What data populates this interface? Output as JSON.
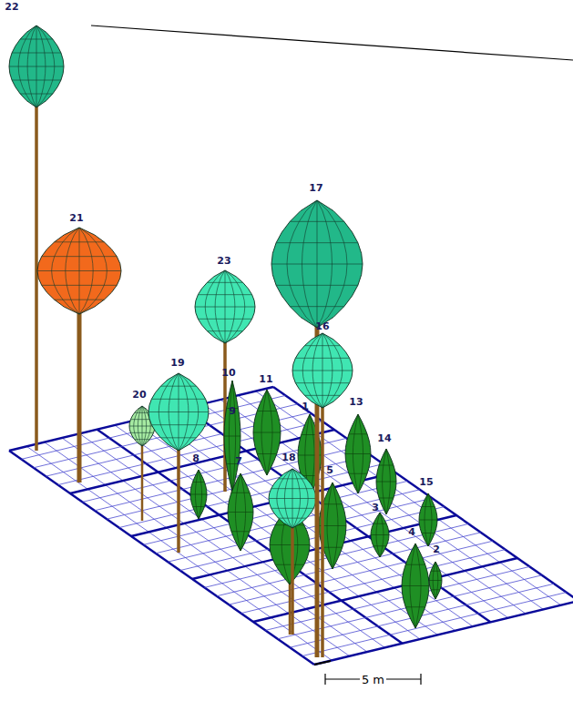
{
  "diagram": {
    "labels": [
      "22",
      "21",
      "17",
      "16",
      "23",
      "19",
      "20",
      "10",
      "9",
      "11",
      "8",
      "7",
      "1",
      "13",
      "14",
      "18",
      "5",
      "3",
      "15",
      "4",
      "2",
      "5 m"
    ]
  }
}
